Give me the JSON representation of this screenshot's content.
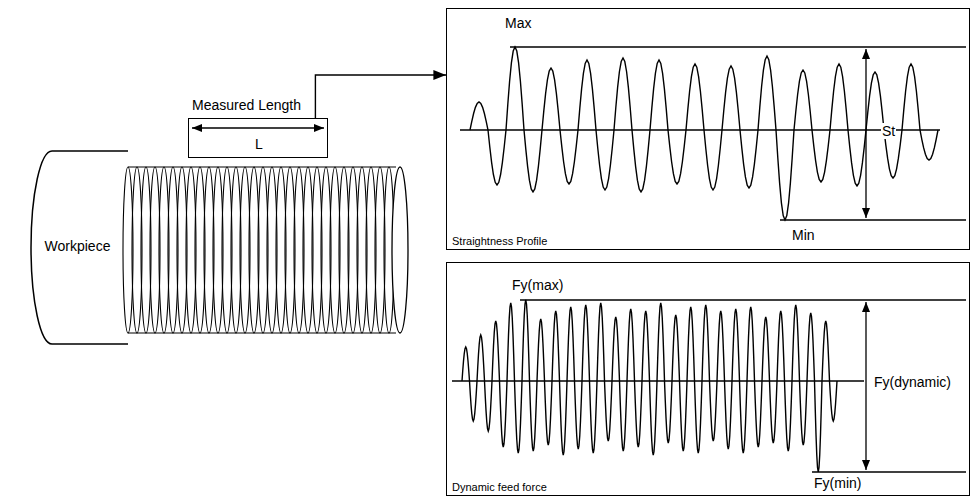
{
  "diagram": {
    "nodes": [
      {
        "text": [
          "Workpiece"
        ]
      },
      {
        "text": [
          "Measured Length",
          "L"
        ]
      },
      {
        "text": [
          "Straightness Profile",
          "Max",
          "St",
          "Min"
        ]
      },
      {
        "text": [
          "Dynamic feed force",
          "Fy(max)",
          "Fy(dynamic)",
          "Fy(min)"
        ]
      }
    ],
    "edges": [
      {
        "from": 1,
        "to": 2,
        "arrow": "to"
      }
    ]
  }
}
